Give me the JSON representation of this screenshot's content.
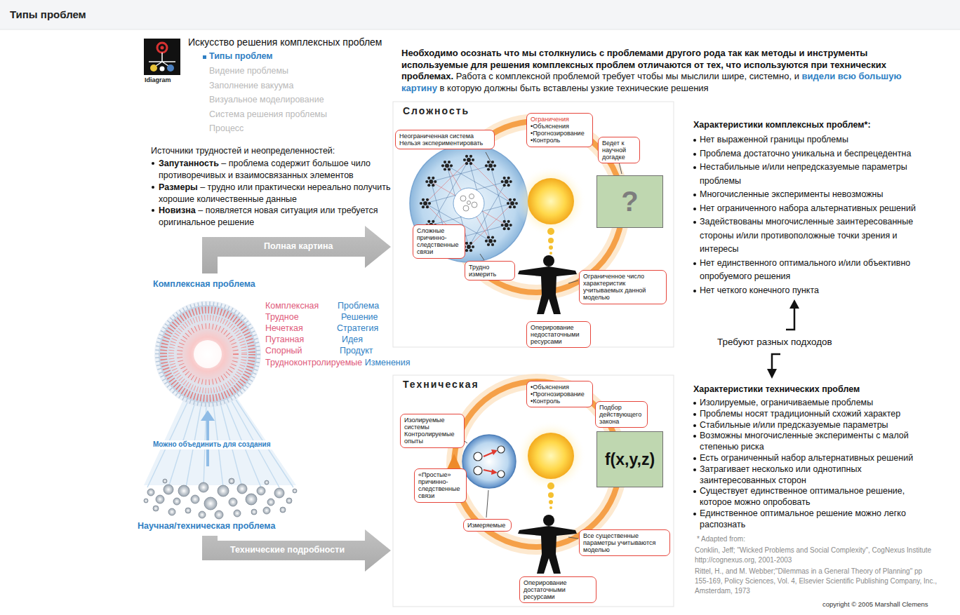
{
  "diagram": {
    "title": "Типы проблем",
    "nodes": [
      {
        "text": [
          "Сложность"
        ]
      },
      {
        "text": [
          "Неограниченная система Нельзя экспериментировать"
        ],
        "in": 0
      },
      {
        "text": [
          "Ограничения",
          "•Объяснения",
          "•Прогнозирование",
          "•Контроль"
        ],
        "in": 0
      },
      {
        "text": [
          "Ведет к научной догадке"
        ],
        "in": 0
      },
      {
        "text": [
          "Сложные причинно-следственные связи"
        ],
        "in": 0
      },
      {
        "text": [
          "Трудно измерить"
        ],
        "in": 0
      },
      {
        "text": [
          "Ограниченное число характеристик учитываемых данной моделью"
        ],
        "in": 0
      },
      {
        "text": [
          "Оперирование недостаточными ресурсами"
        ],
        "in": 0
      },
      {
        "text": [
          "?"
        ],
        "in": 0
      },
      {
        "text": [
          "Техническая"
        ]
      },
      {
        "text": [
          "Изолируемые системы Контролируемые опыты"
        ],
        "in": 9
      },
      {
        "text": [
          "•Объяснения",
          "•Прогнозирование",
          "•Контроль"
        ],
        "in": 9
      },
      {
        "text": [
          "Подбор действующего закона"
        ],
        "in": 9
      },
      {
        "text": [
          "«Простые» причинно-следственные связи"
        ],
        "in": 9
      },
      {
        "text": [
          "Измеряемые"
        ],
        "in": 9
      },
      {
        "text": [
          "Все существенные параметры учитываются моделью"
        ],
        "in": 9
      },
      {
        "text": [
          "Оперирование достаточными ресурсами"
        ],
        "in": 9
      },
      {
        "text": [
          "f(x,y,z)"
        ],
        "in": 9
      }
    ],
    "labels": [
      "Idiagram",
      "Искусство решения комплексных проблем",
      "Типы проблем",
      "Видение проблемы",
      "Заполнение вакуума",
      "Визуальное моделирование",
      "Система решения проблемы",
      "Процесс",
      "Необходимо осознать что мы столкнулись с проблемами другого рода так как методы и инструменты используемые для решения комплексных проблем отличаются от тех, что используются при технических проблемах.",
      "Работа с комплексной проблемой требует чтобы мы мыслили шире, системно, и",
      "видели всю большую картину",
      "в которую должны быть вставлены узкие технические решения",
      "Источники трудностей и неопределенностей:",
      "Запутанность",
      "– проблема содержит большое чило противоречивых и взаимосвязанных элементов",
      "Размеры",
      "– трудно или практически нереально получить хорошие количественные данные",
      "Новизна",
      "– появляется новая ситуация или требуется оригинальное решение",
      "Полная картина",
      "Комплексная проблема",
      "Комплексная",
      "Проблема",
      "Трудное",
      "Решение",
      "Нечеткая",
      "Стратегия",
      "Путанная",
      "Идея",
      "Спорный",
      "Продукт",
      "Трудноконтролируемые",
      "Изменения",
      "Можно объединить для создания",
      "Научная/техническая проблема",
      "Технические подробности",
      "Требуют разных подходов",
      "Характеристики комплексных проблем*:",
      "Нет выраженной границы проблемы",
      "Проблема достаточно уникальна и беспрецедентна",
      "Нестабильные и/или непредсказуемые параметры проблемы",
      "Многочисленные эксперименты невозможны",
      "Нет ограниченного набора альтернативных решений",
      "Задействованы многочисленные заинтересованные стороны и/или противоположные точки зрения и интересы",
      "Нет единственного оптимального и/или объективно опробуемого решения",
      "Нет четкого конечного пункта",
      "Характеристики технических проблем",
      "Изолируемые, ограничиваемые проблемы",
      "Проблемы носят традиционный схожий характер",
      "Стабильные и/или предсказуемые параметры",
      "Возможны многочисленные эксперименты с малой степенью риска",
      "Есть ограниченный набор альтернативных решений",
      "Затрагивает несколько или однотипных заинтересованных сторон",
      "Существует единственное оптимальное решение, которое можно опробовать",
      "Единственное оптимальное решение можно легко распознать",
      "* Adapted from:",
      "Conklin, Jeff; \"Wicked Problems and Social Complexity\", CogNexus Institute http://cognexus.org, 2001-2003",
      "Rittel, H., and M. Webber;\"Dilemmas in a General Theory of Planning\" pp 155-169, Policy Sciences, Vol. 4, Elsevier Scientific Publishing Company, Inc., Amsterdam, 1973",
      "copyright © 2005 Marshall Clemens"
    ]
  }
}
